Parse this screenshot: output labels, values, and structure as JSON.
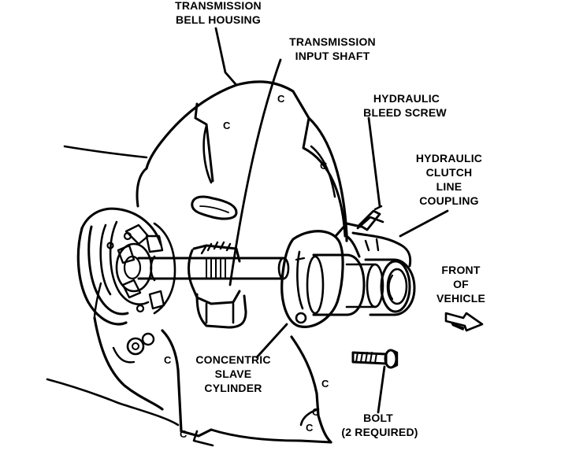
{
  "labels": {
    "bell_housing": [
      "TRANSMISSION",
      "BELL HOUSING"
    ],
    "input_shaft": [
      "TRANSMISSION",
      "INPUT SHAFT"
    ],
    "bleed_screw": [
      "HYDRAULIC",
      "BLEED SCREW"
    ],
    "line_coupling": [
      "HYDRAULIC",
      "CLUTCH",
      "LINE",
      "COUPLING"
    ],
    "front": [
      "FRONT",
      "OF",
      "VEHICLE"
    ],
    "slave_cylinder": [
      "CONCENTRIC",
      "SLAVE",
      "CYLINDER"
    ],
    "bolt": [
      "BOLT",
      "(2 REQUIRED)"
    ]
  },
  "housing_marks": [
    "C",
    "C",
    "C",
    "C",
    "C",
    "C",
    "C",
    "C"
  ]
}
